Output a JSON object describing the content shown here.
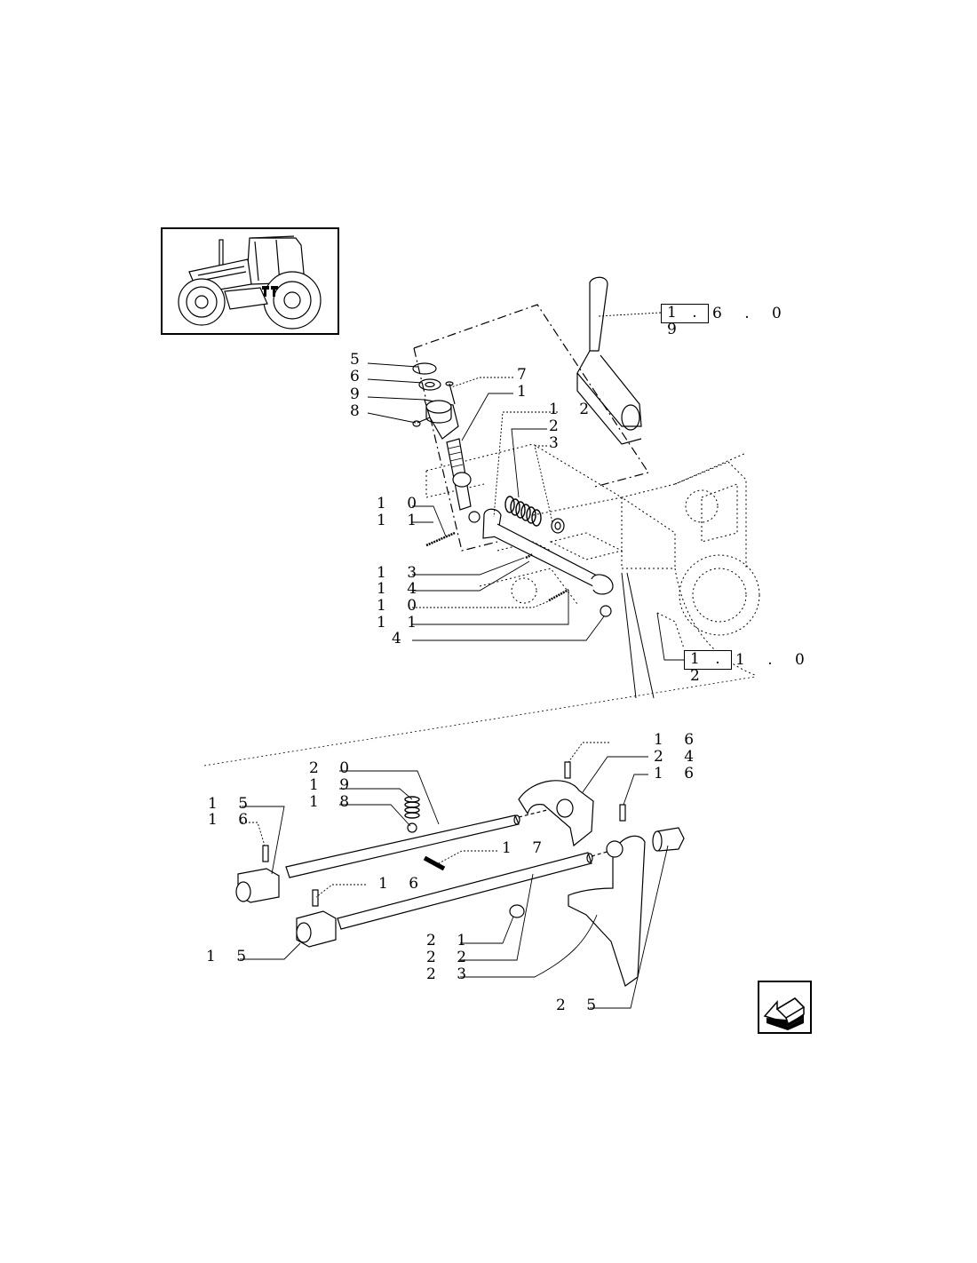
{
  "diagram": {
    "thumbnail_icon": "tractor-overview-icon",
    "nav_icon": "return-arrow-icon",
    "references": [
      {
        "boxed": "1 . 9",
        "rest": "6 . 0"
      },
      {
        "boxed": "1 . 2",
        "rest": "1 . 0"
      }
    ],
    "callouts": {
      "c5": "5",
      "c6": "6",
      "c9": "9",
      "c8": "8",
      "c7": "7",
      "c1": "1",
      "c12": "1 2",
      "c2": "2",
      "c3": "3",
      "c10a": "1 0",
      "c11a": "1 1",
      "c13": "1 3",
      "c14": "1 4",
      "c10b": "1 0",
      "c11b": "1 1",
      "c4": "4",
      "c16a": "1 6",
      "c24": "2 4",
      "c16b": "1 6",
      "c20": "2 0",
      "c19": "1 9",
      "c18": "1 8",
      "c15a": "1 5",
      "c16c": "1 6",
      "c17": "1 7",
      "c16d": "1 6",
      "c21": "2 1",
      "c22": "2 2",
      "c23": "2 3",
      "c15b": "1 5",
      "c25": "2 5"
    }
  }
}
